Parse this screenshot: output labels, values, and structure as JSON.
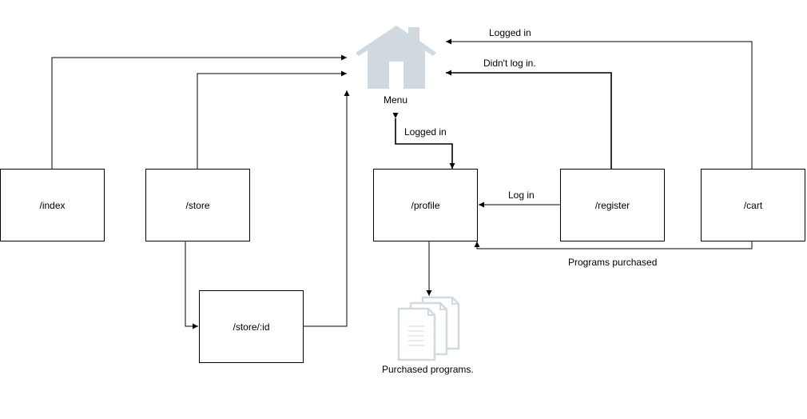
{
  "nodes": {
    "index": "/index",
    "store": "/store",
    "store_id": "/store/:id",
    "profile": "/profile",
    "register": "/register",
    "cart": "/cart"
  },
  "icons": {
    "menu": {
      "name": "house-icon",
      "label": "Menu",
      "color": "#d1d9e0"
    },
    "programs": {
      "name": "documents-icon",
      "label": "Purchased programs.",
      "color": "#d1d9e0"
    }
  },
  "edge_labels": {
    "cart_to_menu": "Logged in",
    "register_to_menu": "Didn't log in.",
    "profile_to_menu": "Logged in",
    "register_to_profile": "Log in",
    "cart_to_profile": "Programs purchased"
  }
}
